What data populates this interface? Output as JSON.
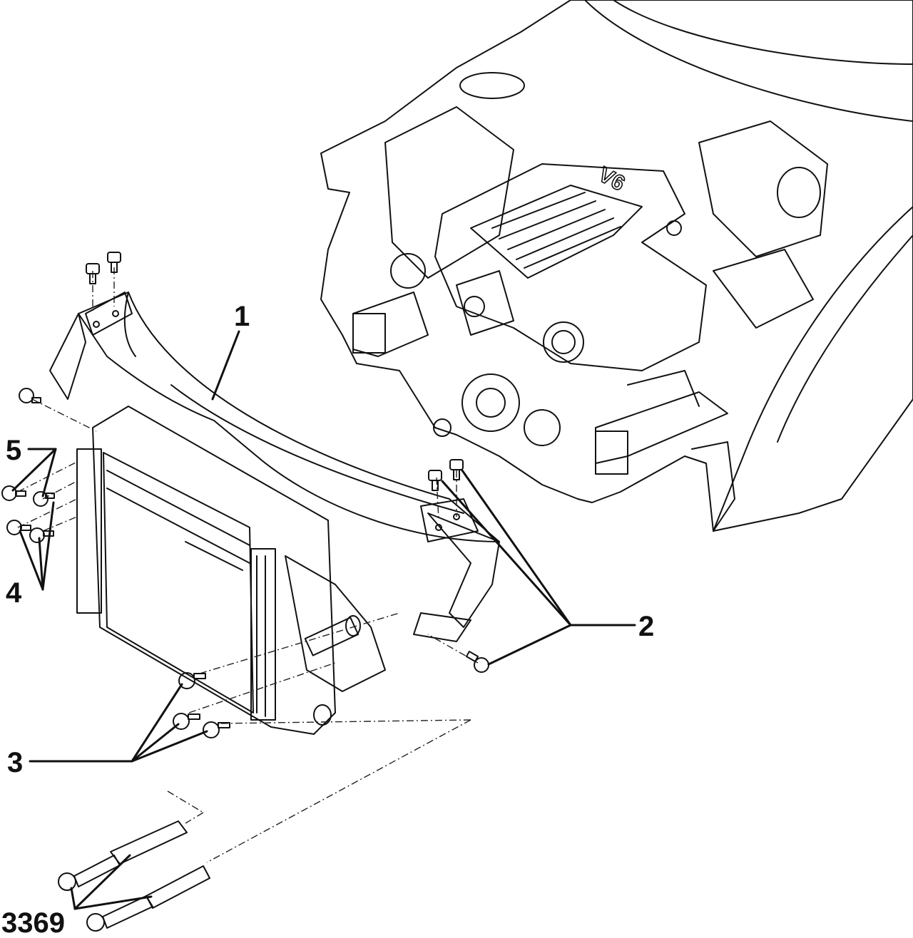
{
  "colors": {
    "engine_fill": "#90ee90",
    "metal_light": "#f2f2f2",
    "metal_dark": "#7a7a7a",
    "ink": "#111111"
  },
  "callouts": {
    "c1": "1",
    "c2": "2",
    "c3": "3",
    "c4": "4",
    "c5": "5",
    "tool": "3369"
  },
  "icons": [
    "bolt-icon",
    "screw-icon",
    "guide-pin-icon"
  ]
}
